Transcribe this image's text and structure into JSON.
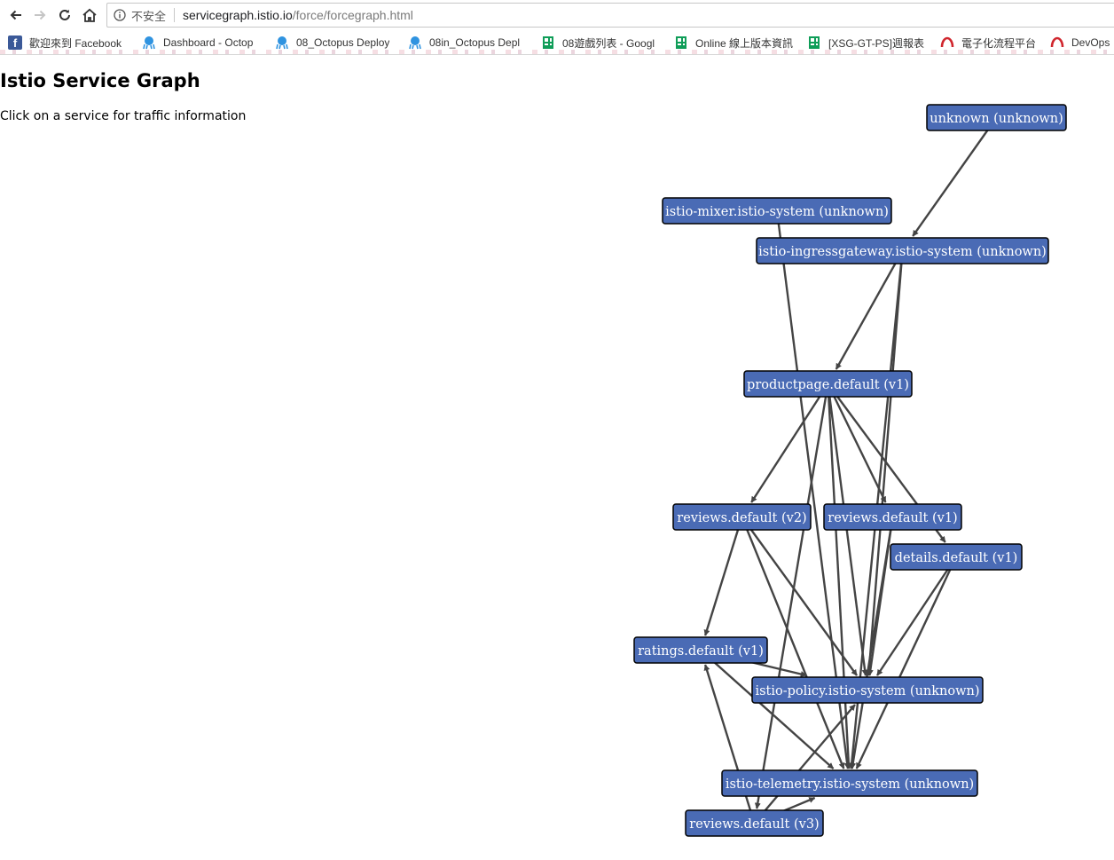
{
  "browser": {
    "security_label": "不安全",
    "url_host": "servicegraph.istio.io",
    "url_path": "/force/forcegraph.html",
    "bookmarks": [
      {
        "label": "歡迎來到 Facebook",
        "icon": "facebook-icon"
      },
      {
        "label": "Dashboard - Octop",
        "icon": "octopus-icon"
      },
      {
        "label": "08_Octopus Deploy",
        "icon": "octopus-icon"
      },
      {
        "label": "08in_Octopus Depl",
        "icon": "octopus-icon"
      },
      {
        "label": "08遊戲列表 - Googl",
        "icon": "sheets-icon"
      },
      {
        "label": "Online 線上版本資訊",
        "icon": "sheets-icon"
      },
      {
        "label": "[XSG-GT-PS]週報表",
        "icon": "sheets-icon"
      },
      {
        "label": "電子化流程平台",
        "icon": "redhat-icon"
      },
      {
        "label": "DevOps",
        "icon": "redhat-icon"
      }
    ]
  },
  "page": {
    "title": "Istio Service Graph",
    "subtitle": "Click on a service for traffic information"
  },
  "graph": {
    "node_color": "#4a6bb5",
    "edge_color": "#444444",
    "nodes": [
      {
        "id": "unknown",
        "label": "unknown (unknown)"
      },
      {
        "id": "mixer",
        "label": "istio-mixer.istio-system (unknown)"
      },
      {
        "id": "ingress",
        "label": "istio-ingressgateway.istio-system (unknown)"
      },
      {
        "id": "productpage",
        "label": "productpage.default (v1)"
      },
      {
        "id": "reviews2",
        "label": "reviews.default (v2)"
      },
      {
        "id": "reviews1",
        "label": "reviews.default (v1)"
      },
      {
        "id": "details",
        "label": "details.default (v1)"
      },
      {
        "id": "ratings",
        "label": "ratings.default (v1)"
      },
      {
        "id": "policy",
        "label": "istio-policy.istio-system (unknown)"
      },
      {
        "id": "telemetry",
        "label": "istio-telemetry.istio-system (unknown)"
      },
      {
        "id": "reviews3",
        "label": "reviews.default (v3)"
      }
    ],
    "edges": [
      [
        "unknown",
        "ingress"
      ],
      [
        "ingress",
        "productpage"
      ],
      [
        "ingress",
        "policy"
      ],
      [
        "ingress",
        "telemetry"
      ],
      [
        "mixer",
        "telemetry"
      ],
      [
        "productpage",
        "reviews2"
      ],
      [
        "productpage",
        "reviews1"
      ],
      [
        "productpage",
        "details"
      ],
      [
        "productpage",
        "reviews3"
      ],
      [
        "productpage",
        "policy"
      ],
      [
        "productpage",
        "telemetry"
      ],
      [
        "reviews2",
        "ratings"
      ],
      [
        "reviews2",
        "policy"
      ],
      [
        "reviews2",
        "telemetry"
      ],
      [
        "reviews1",
        "policy"
      ],
      [
        "reviews1",
        "telemetry"
      ],
      [
        "details",
        "policy"
      ],
      [
        "details",
        "telemetry"
      ],
      [
        "ratings",
        "policy"
      ],
      [
        "ratings",
        "telemetry"
      ],
      [
        "reviews3",
        "ratings"
      ],
      [
        "reviews3",
        "policy"
      ],
      [
        "reviews3",
        "telemetry"
      ]
    ]
  }
}
